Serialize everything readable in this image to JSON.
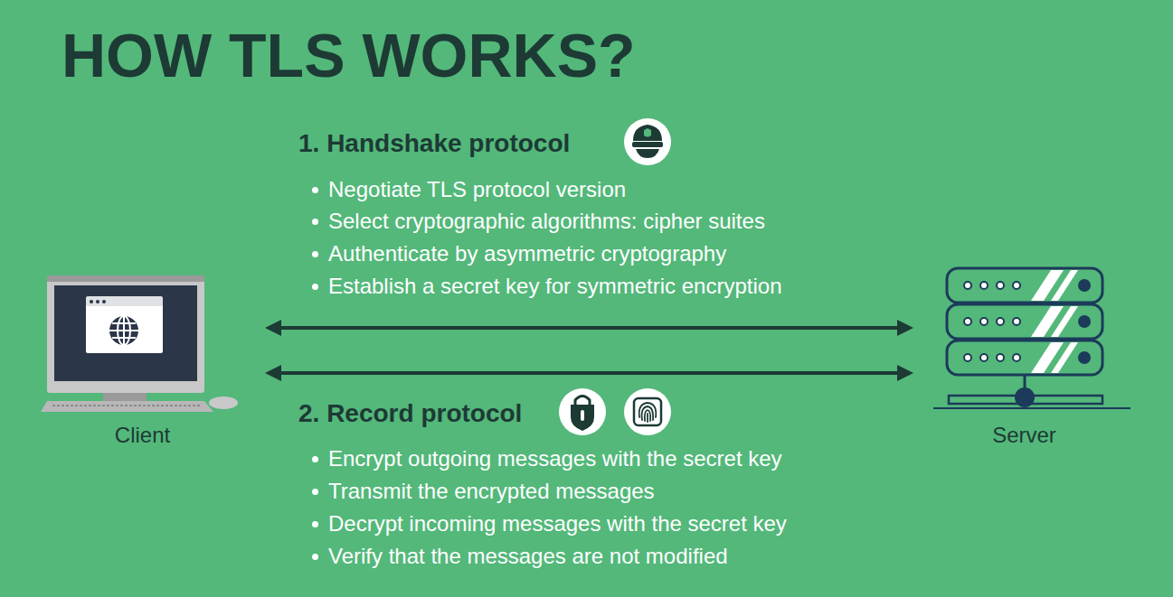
{
  "diagram": {
    "title": "HOW TLS WORKS?",
    "nodes": [
      {
        "text": [
          "Client"
        ]
      },
      {
        "text": [
          "Server"
        ]
      }
    ],
    "edges": [
      {
        "from": 0,
        "to": 1,
        "arrow": "both"
      },
      {
        "from": 0,
        "to": 1,
        "arrow": "both"
      }
    ],
    "labels": [
      "1. Handshake protocol",
      "Negotiate TLS protocol version",
      "Select cryptographic algorithms: cipher suites",
      "Authenticate by asymmetric cryptography",
      "Establish a secret key for symmetric encryption",
      "2. Record protocol",
      "Encrypt outgoing messages with the secret key",
      "Transmit the encrypted messages",
      "Decrypt incoming messages with the secret key",
      "Verify that the messages are not modified"
    ]
  }
}
